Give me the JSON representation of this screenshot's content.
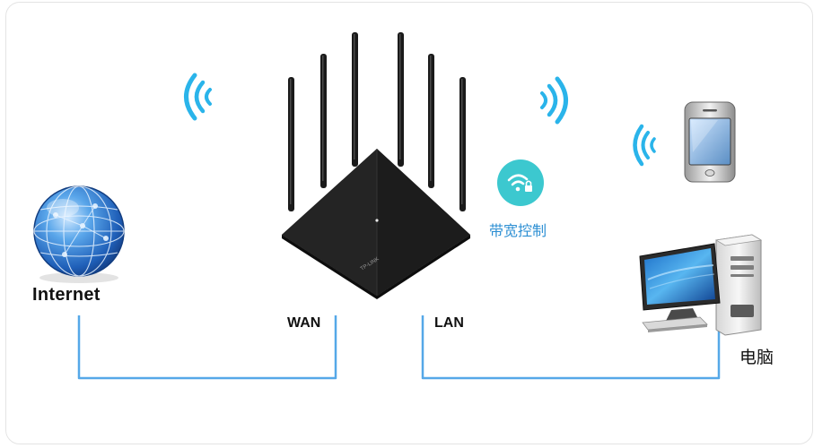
{
  "diagram": {
    "internet_label": "Internet",
    "wan_label": "WAN",
    "lan_label": "LAN",
    "bandwidth_control_label": "带宽控制",
    "computer_label": "电脑",
    "accent_color": "#55a8e8",
    "wifi_color": "#2ab4ea",
    "badge_color": "#3cc8cf"
  }
}
